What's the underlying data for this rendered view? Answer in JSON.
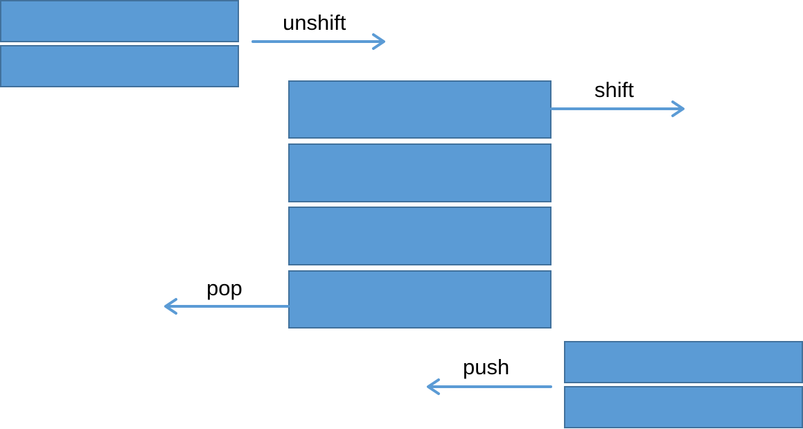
{
  "colors": {
    "block_fill": "#5b9bd5",
    "block_border": "#41719c",
    "arrow": "#5b9bd5",
    "label": "#000000"
  },
  "operations": {
    "unshift": {
      "label": "unshift",
      "direction": "right",
      "icon": "arrow-right-icon"
    },
    "shift": {
      "label": "shift",
      "direction": "right",
      "icon": "arrow-right-icon"
    },
    "pop": {
      "label": "pop",
      "direction": "left",
      "icon": "arrow-left-icon"
    },
    "push": {
      "label": "push",
      "direction": "left",
      "icon": "arrow-left-icon"
    }
  },
  "groups": {
    "unshift_stack": {
      "block_count": 2
    },
    "main_stack": {
      "block_count": 4
    },
    "push_stack": {
      "block_count": 2
    }
  }
}
